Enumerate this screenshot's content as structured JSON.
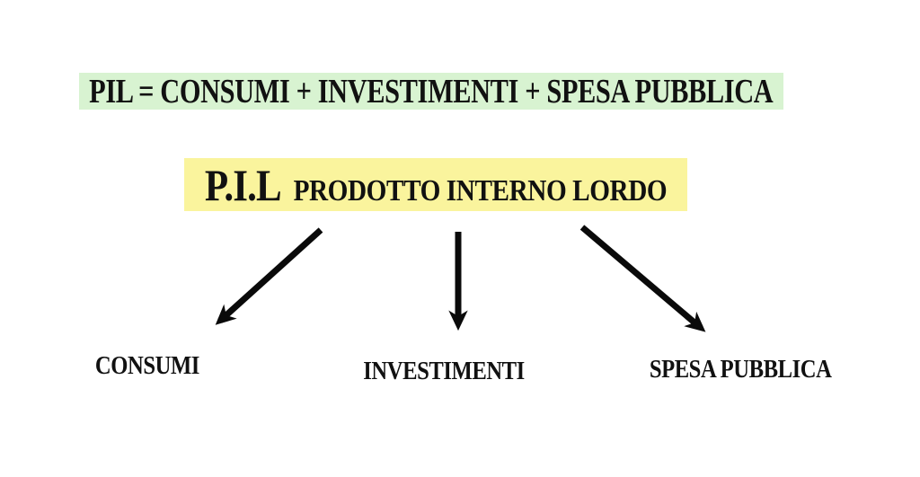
{
  "formula_banner": {
    "text": "PIL = CONSUMI + INVESTIMENTI + SPESA PUBBLICA",
    "highlight_color": "#d8f3d1"
  },
  "title_banner": {
    "abbr": "P.I.L",
    "name": "PRODOTTO INTERNO LORDO",
    "highlight_color": "#faf49d"
  },
  "arrows": {
    "color": "#0a0a0a",
    "count": 3
  },
  "components": [
    {
      "label": "CONSUMI"
    },
    {
      "label": "INVESTIMENTI"
    },
    {
      "label": "SPESA PUBBLICA"
    }
  ],
  "colors": {
    "background": "#ffffff",
    "text": "#111111"
  }
}
